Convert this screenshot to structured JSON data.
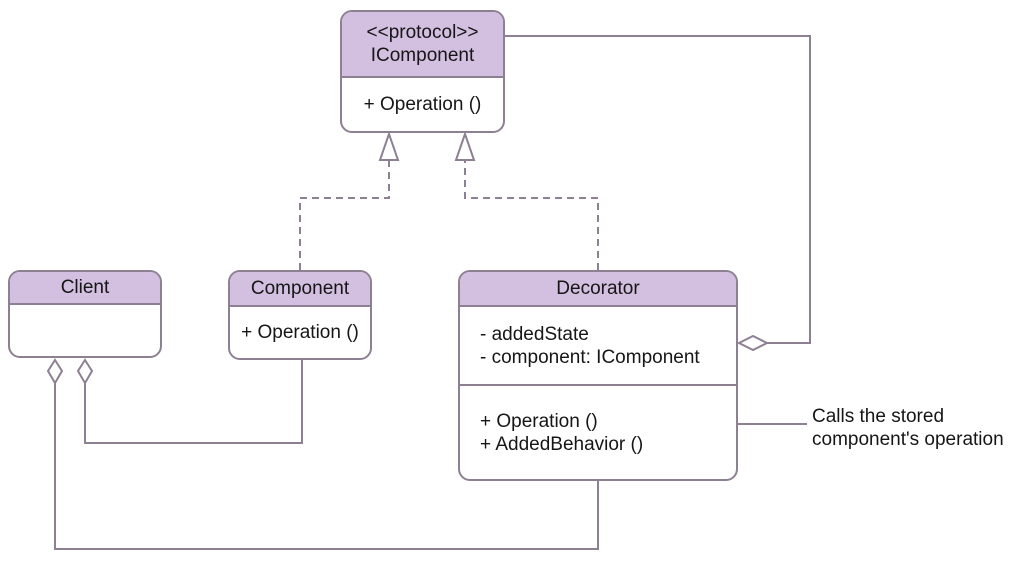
{
  "colors": {
    "header_fill": "#d3bfdf",
    "border": "#8e8093",
    "text": "#161616",
    "background": "#ffffff"
  },
  "classes": {
    "icomponent": {
      "stereotype": "<<protocol>>",
      "name": "IComponent",
      "methods": [
        "+ Operation ()"
      ]
    },
    "client": {
      "name": "Client"
    },
    "component": {
      "name": "Component",
      "methods": [
        "+ Operation ()"
      ]
    },
    "decorator": {
      "name": "Decorator",
      "attributes": [
        "- addedState",
        "- component: IComponent"
      ],
      "methods": [
        "+ Operation ()",
        "+ AddedBehavior ()"
      ]
    }
  },
  "annotation": {
    "lines": [
      "Calls the stored",
      "component's operation"
    ]
  }
}
